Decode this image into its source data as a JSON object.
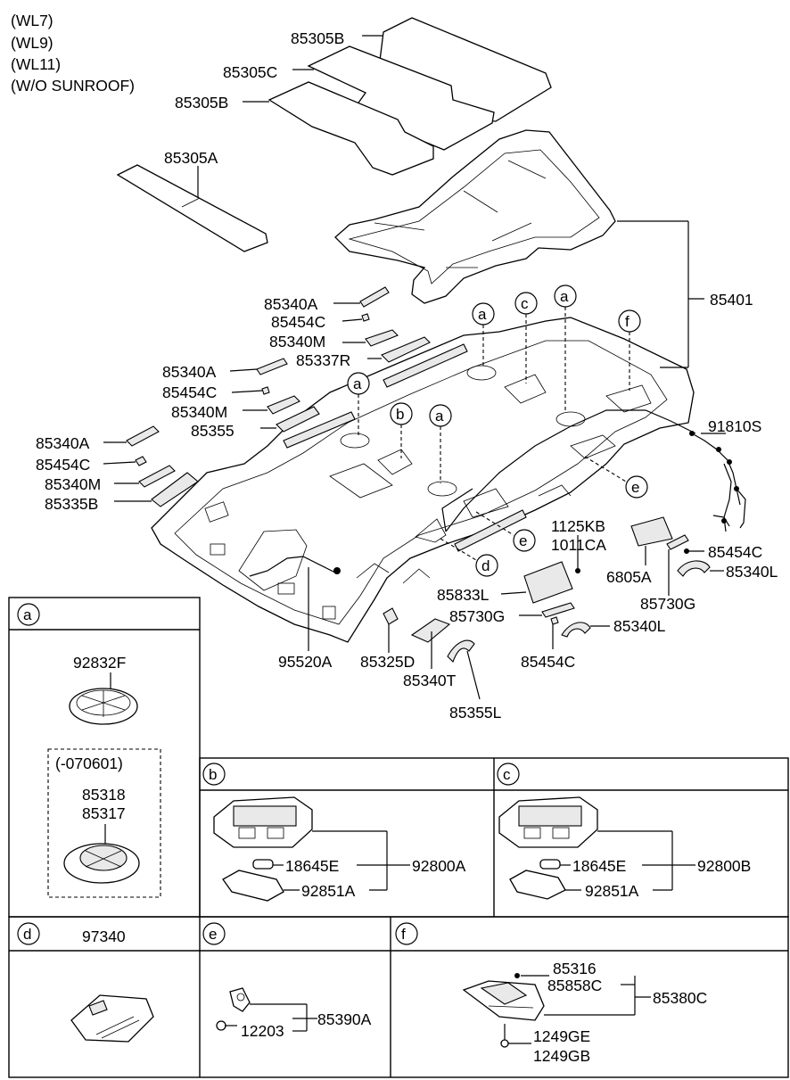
{
  "variant_notes": [
    "(WL7)",
    "(WL9)",
    "(WL11)",
    "(W/O SUNROOF)"
  ],
  "part_labels": {
    "p85305B_top": "85305B",
    "p85305C": "85305C",
    "p85305B_mid": "85305B",
    "p85305A": "85305A",
    "p85401": "85401",
    "p85340A_1": "85340A",
    "p85454C_1": "85454C",
    "p85340M_1": "85340M",
    "p85337R": "85337R",
    "p85340A_2": "85340A",
    "p85454C_2": "85454C",
    "p85340M_2": "85340M",
    "p85355": "85355",
    "p85340A_3": "85340A",
    "p85454C_3": "85454C",
    "p85340M_3": "85340M",
    "p85335B": "85335B",
    "p91810S": "91810S",
    "p85454C_r": "85454C",
    "p85340L_r": "85340L",
    "p1125KB": "1125KB",
    "p1011CA": "1011CA",
    "p6805A": "6805A",
    "p85833L": "85833L",
    "p85730G_r": "85730G",
    "p85730G_c": "85730G",
    "p85340L_c": "85340L",
    "p85454C_c": "85454C",
    "p95520A": "95520A",
    "p85325D": "85325D",
    "p85340T": "85340T",
    "p85355L": "85355L"
  },
  "callouts": {
    "a": "a",
    "b": "b",
    "c": "c",
    "d": "d",
    "e": "e",
    "f": "f"
  },
  "panels": {
    "a": {
      "letter": "a",
      "part_top": "92832F",
      "dashed_note": "(-070601)",
      "part_1": "85318",
      "part_2": "85317"
    },
    "b": {
      "letter": "b",
      "bulb": "18645E",
      "assembly": "92800A",
      "lens": "92851A"
    },
    "c": {
      "letter": "c",
      "bulb": "18645E",
      "assembly": "92800B",
      "lens": "92851A"
    },
    "d": {
      "letter": "d",
      "part": "97340"
    },
    "e": {
      "letter": "e",
      "bolt": "12203",
      "assembly": "85390A"
    },
    "f": {
      "letter": "f",
      "part_1": "85316",
      "part_2": "85858C",
      "assembly": "85380C",
      "fastener_1": "1249GE",
      "fastener_2": "1249GB"
    }
  }
}
